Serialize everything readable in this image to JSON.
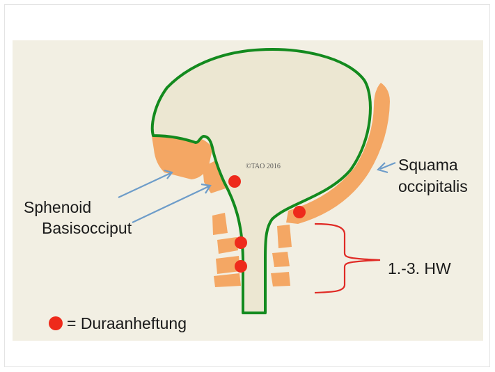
{
  "labels": {
    "sphenoid": "Sphenoid",
    "basiocciput": "Basisocciput",
    "squama_line1": "Squama",
    "squama_line2": "occipitalis",
    "vertebrae": "1.-3. HW",
    "legend": "= Duraanheftung"
  },
  "copyright": "©TAO 2016",
  "colors": {
    "background": "#f2efe3",
    "dura_fill": "#ece7d2",
    "dura_outline": "#138a1e",
    "bone": "#f4a764",
    "attachment_dot": "#ee2a1b",
    "arrow": "#6d9cc9",
    "bracket": "#e02a25"
  }
}
